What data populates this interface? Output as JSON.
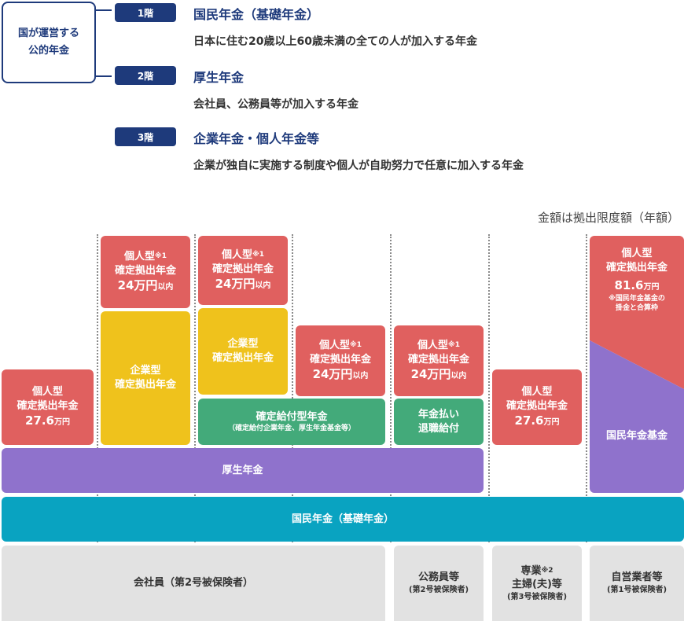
{
  "legend": {
    "org_label": [
      "国が運営する",
      "公的年金"
    ],
    "tiers": [
      {
        "floor": "1階",
        "title": "国民年金（基礎年金）",
        "desc": "日本に住む20歳以上60歳未満の全ての人が加入する年金"
      },
      {
        "floor": "2階",
        "title": "厚生年金",
        "desc": "会社員、公務員等が加入する年金"
      },
      {
        "floor": "3階",
        "title": "企業年金・個人年金等",
        "desc": "企業が独自に実施する制度や個人が自助努力で任意に加入する年金"
      }
    ]
  },
  "note": "金額は拠出限度額（年額）",
  "blocks": {
    "c1_ideco": {
      "l1": "個人型",
      "l2": "確定拠出年金",
      "amount": "27.6",
      "unit": "万円"
    },
    "c2_ideco": {
      "l1": "個人型",
      "mark": "※1",
      "l2": "確定拠出年金",
      "amount": "24万円",
      "suffix": "以内"
    },
    "c2_dc": {
      "l1": "企業型",
      "l2": "確定拠出年金"
    },
    "c3_ideco": {
      "l1": "個人型",
      "mark": "※1",
      "l2": "確定拠出年金",
      "amount": "24万円",
      "suffix": "以内"
    },
    "c3_dc": {
      "l1": "企業型",
      "l2": "確定拠出年金"
    },
    "c4_ideco": {
      "l1": "個人型",
      "mark": "※1",
      "l2": "確定拠出年金",
      "amount": "24万円",
      "suffix": "以内"
    },
    "db": {
      "l1": "確定給付型年金",
      "l2": "（確定給付企業年金、厚生年金基金等）"
    },
    "c5_ideco": {
      "l1": "個人型",
      "mark": "※1",
      "l2": "確定拠出年金",
      "amount": "24万円",
      "suffix": "以内"
    },
    "c5_annuity": {
      "l1": "年金払い",
      "l2": "退職給付"
    },
    "c6_ideco": {
      "l1": "個人型",
      "l2": "確定拠出年金",
      "amount": "27.6",
      "unit": "万円"
    },
    "c7_ideco": {
      "l1": "個人型",
      "l2": "確定拠出年金",
      "amount": "81.6",
      "unit": "万円",
      "note1": "※国民年金基金の",
      "note2": "掛金と合算枠"
    },
    "c7_fund": "国民年金基金",
    "kosei": "厚生年金",
    "kokumin": "国民年金（基礎年金）"
  },
  "groups": {
    "company": "会社員（第2号被保険者）",
    "civil": {
      "l1": "公務員等",
      "l2": "(第2号被保険者)"
    },
    "spouse": {
      "l1": "専業",
      "mark": "※2",
      "l2": "主婦(夫)等",
      "l3": "(第3号被保険者)"
    },
    "self": {
      "l1": "自営業者等",
      "l2": "(第1号被保険者)"
    }
  },
  "colors": {
    "navy": "#1e3a7b",
    "red": "#e0605f",
    "yellow": "#efc21c",
    "green": "#43aa7a",
    "purple": "#8f72cc",
    "teal": "#09a3c1",
    "gray": "#e2e2e2"
  }
}
